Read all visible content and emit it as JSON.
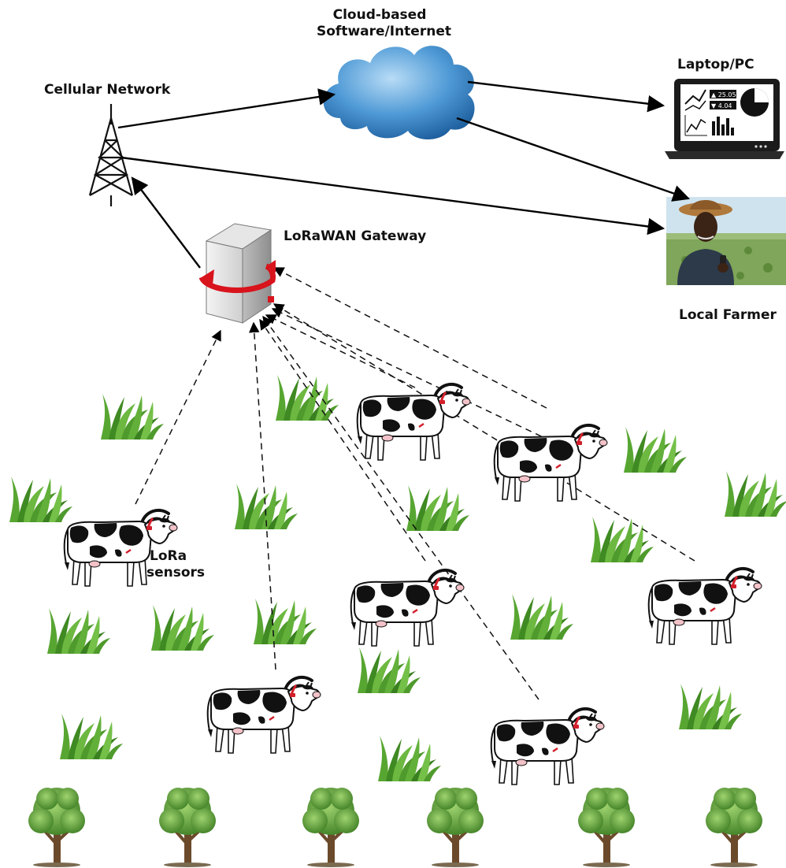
{
  "labels": {
    "cloud_line1": "Cloud-based",
    "cloud_line2": "Software/Internet",
    "cellular": "Cellular Network",
    "laptop": "Laptop/PC",
    "gateway": "LoRaWAN Gateway",
    "farmer": "Local Farmer",
    "sensors_line1": "LoRa",
    "sensors_line2": "sensors",
    "laptop_readout_up": "▲ 25.05",
    "laptop_readout_down": "▼ 4.04"
  },
  "colors": {
    "cloud": "#2f7fc4",
    "cloud_light": "#8fc4ee",
    "grass": "#4f9a2c",
    "tree_leaf": "#5aa33a",
    "tree_trunk": "#6b4a2b",
    "cow_black": "#111111",
    "collar": "#d21f2b",
    "gateway_arrow": "#d8141c",
    "laptop_body": "#1b1b1b",
    "farmer_sky": "#cfe3ef",
    "farmer_field": "#7fa65a"
  },
  "icons": [
    "cell-tower-icon",
    "cloud-icon",
    "laptop-icon",
    "gateway-icon",
    "farmer-photo",
    "cow-icon",
    "wifi-signal-icon",
    "grass-icon",
    "tree-icon"
  ]
}
